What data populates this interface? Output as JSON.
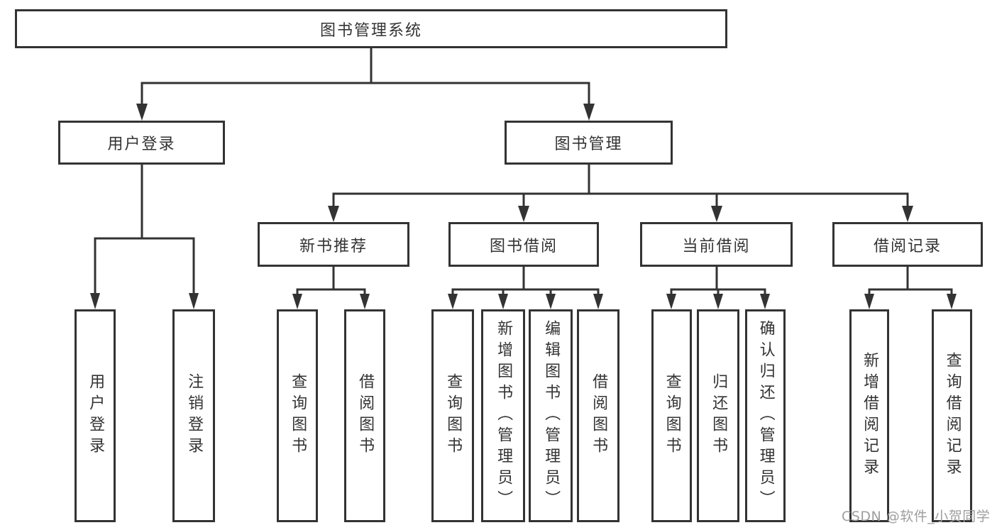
{
  "tree": {
    "root": {
      "label": "图书管理系统"
    },
    "branches": [
      {
        "label": "用户登录",
        "children": [
          {
            "label": "用户登录"
          },
          {
            "label": "注销登录"
          }
        ]
      },
      {
        "label": "图书管理",
        "children": [
          {
            "label": "新书推荐",
            "children": [
              {
                "label": "查询图书"
              },
              {
                "label": "借阅图书"
              }
            ]
          },
          {
            "label": "图书借阅",
            "children": [
              {
                "label": "查询图书"
              },
              {
                "label": "新增图书（管理员）"
              },
              {
                "label": "编辑图书（管理员）"
              },
              {
                "label": "借阅图书"
              }
            ]
          },
          {
            "label": "当前借阅",
            "children": [
              {
                "label": "查询图书"
              },
              {
                "label": "归还图书"
              },
              {
                "label": "确认归还（管理员）"
              }
            ]
          },
          {
            "label": "借阅记录",
            "children": [
              {
                "label": "新增借阅记录"
              },
              {
                "label": "查询借阅记录"
              }
            ]
          }
        ]
      }
    ]
  },
  "watermark": {
    "text": "CSDN @软件_小贺同学"
  },
  "colors": {
    "line": "#333333",
    "text": "#333333",
    "background": "#ffffff",
    "watermark": "#9e9e9e"
  }
}
